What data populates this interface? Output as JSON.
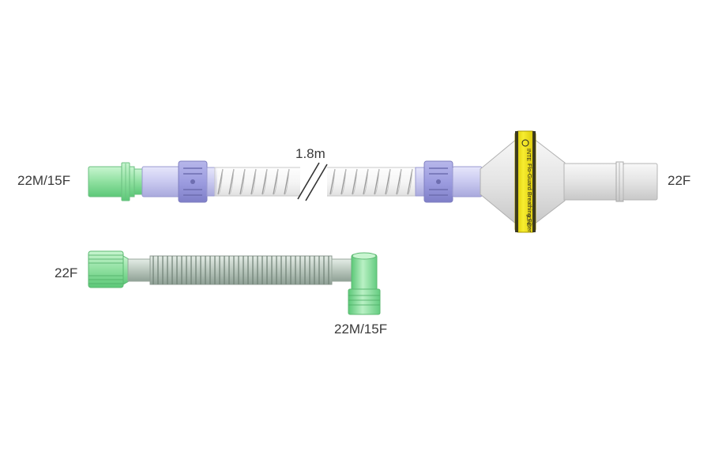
{
  "top_assembly": {
    "left_connector_label": "22M/15F",
    "tube_length_label": "1.8m",
    "right_connector_label": "22F",
    "filter_label": "Flo-Guard Breathing Filter",
    "filter_brand_fragment": "INTE",
    "filter_side_fragment": "ICAL"
  },
  "bottom_assembly": {
    "left_connector_label": "22F",
    "elbow_connector_label": "22M/15F"
  },
  "colors": {
    "green_connector": "#8fe0a0",
    "lavender_cuff": "#c9c9f0",
    "filter_band": "#f2e51a",
    "grey_body": "#e4e4e4"
  }
}
